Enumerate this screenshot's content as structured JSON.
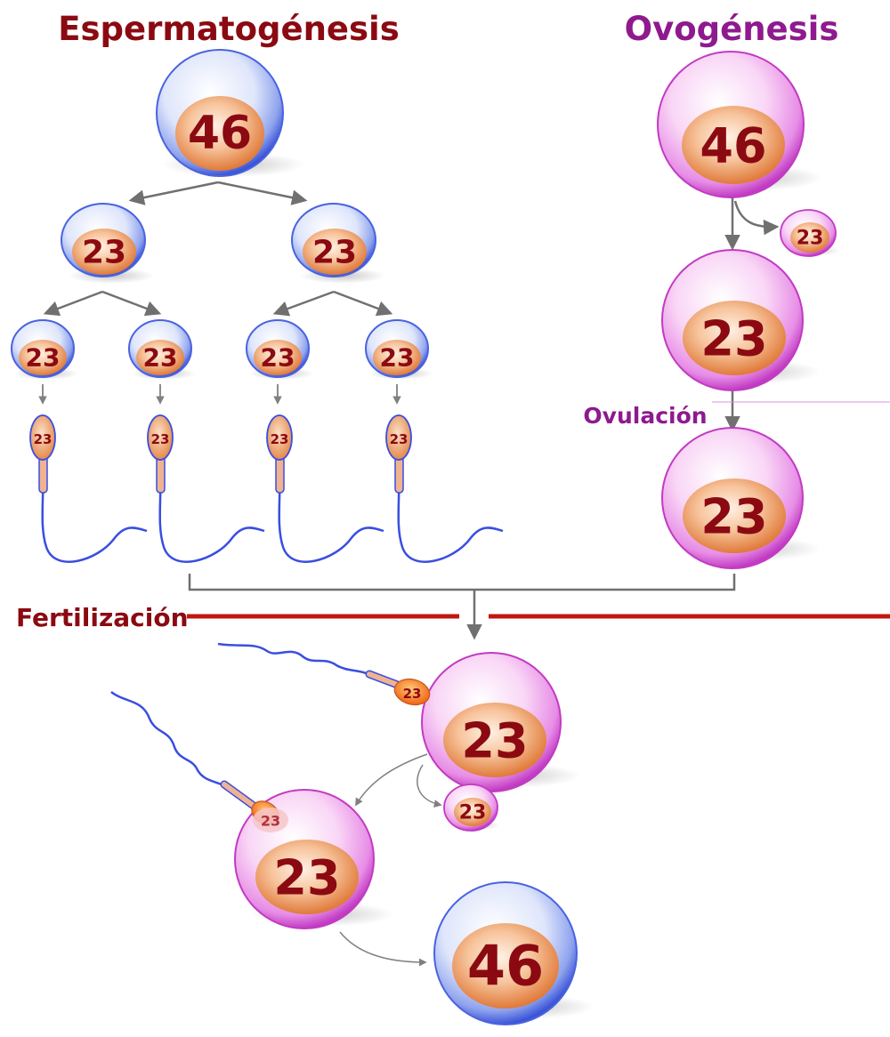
{
  "headings": {
    "spermatogenesis": "Espermatogénesis",
    "oogenesis": "Ovogénesis"
  },
  "labels": {
    "ovulation": "Ovulación",
    "fertilization": "Fertilización"
  },
  "sperm_line": {
    "primary": "46",
    "secondary_left": "23",
    "secondary_right": "23",
    "spermatid_1": "23",
    "spermatid_2": "23",
    "spermatid_3": "23",
    "spermatid_4": "23",
    "sperm_1": "23",
    "sperm_2": "23",
    "sperm_3": "23",
    "sperm_4": "23"
  },
  "egg_line": {
    "primary": "46",
    "polar_body": "23",
    "secondary": "23",
    "ovulated": "23"
  },
  "fertilization": {
    "egg": "23",
    "sperm_head_a": "23",
    "sperm_head_b": "23",
    "second_polar_body": "23",
    "egg_after": "23",
    "zygote": "46"
  },
  "colors": {
    "heading_sperm": "#8b0a12",
    "heading_egg": "#8e1a8e",
    "fertilization_line": "#c0170f",
    "arrow": "#707070",
    "number": "#8b0a12"
  }
}
